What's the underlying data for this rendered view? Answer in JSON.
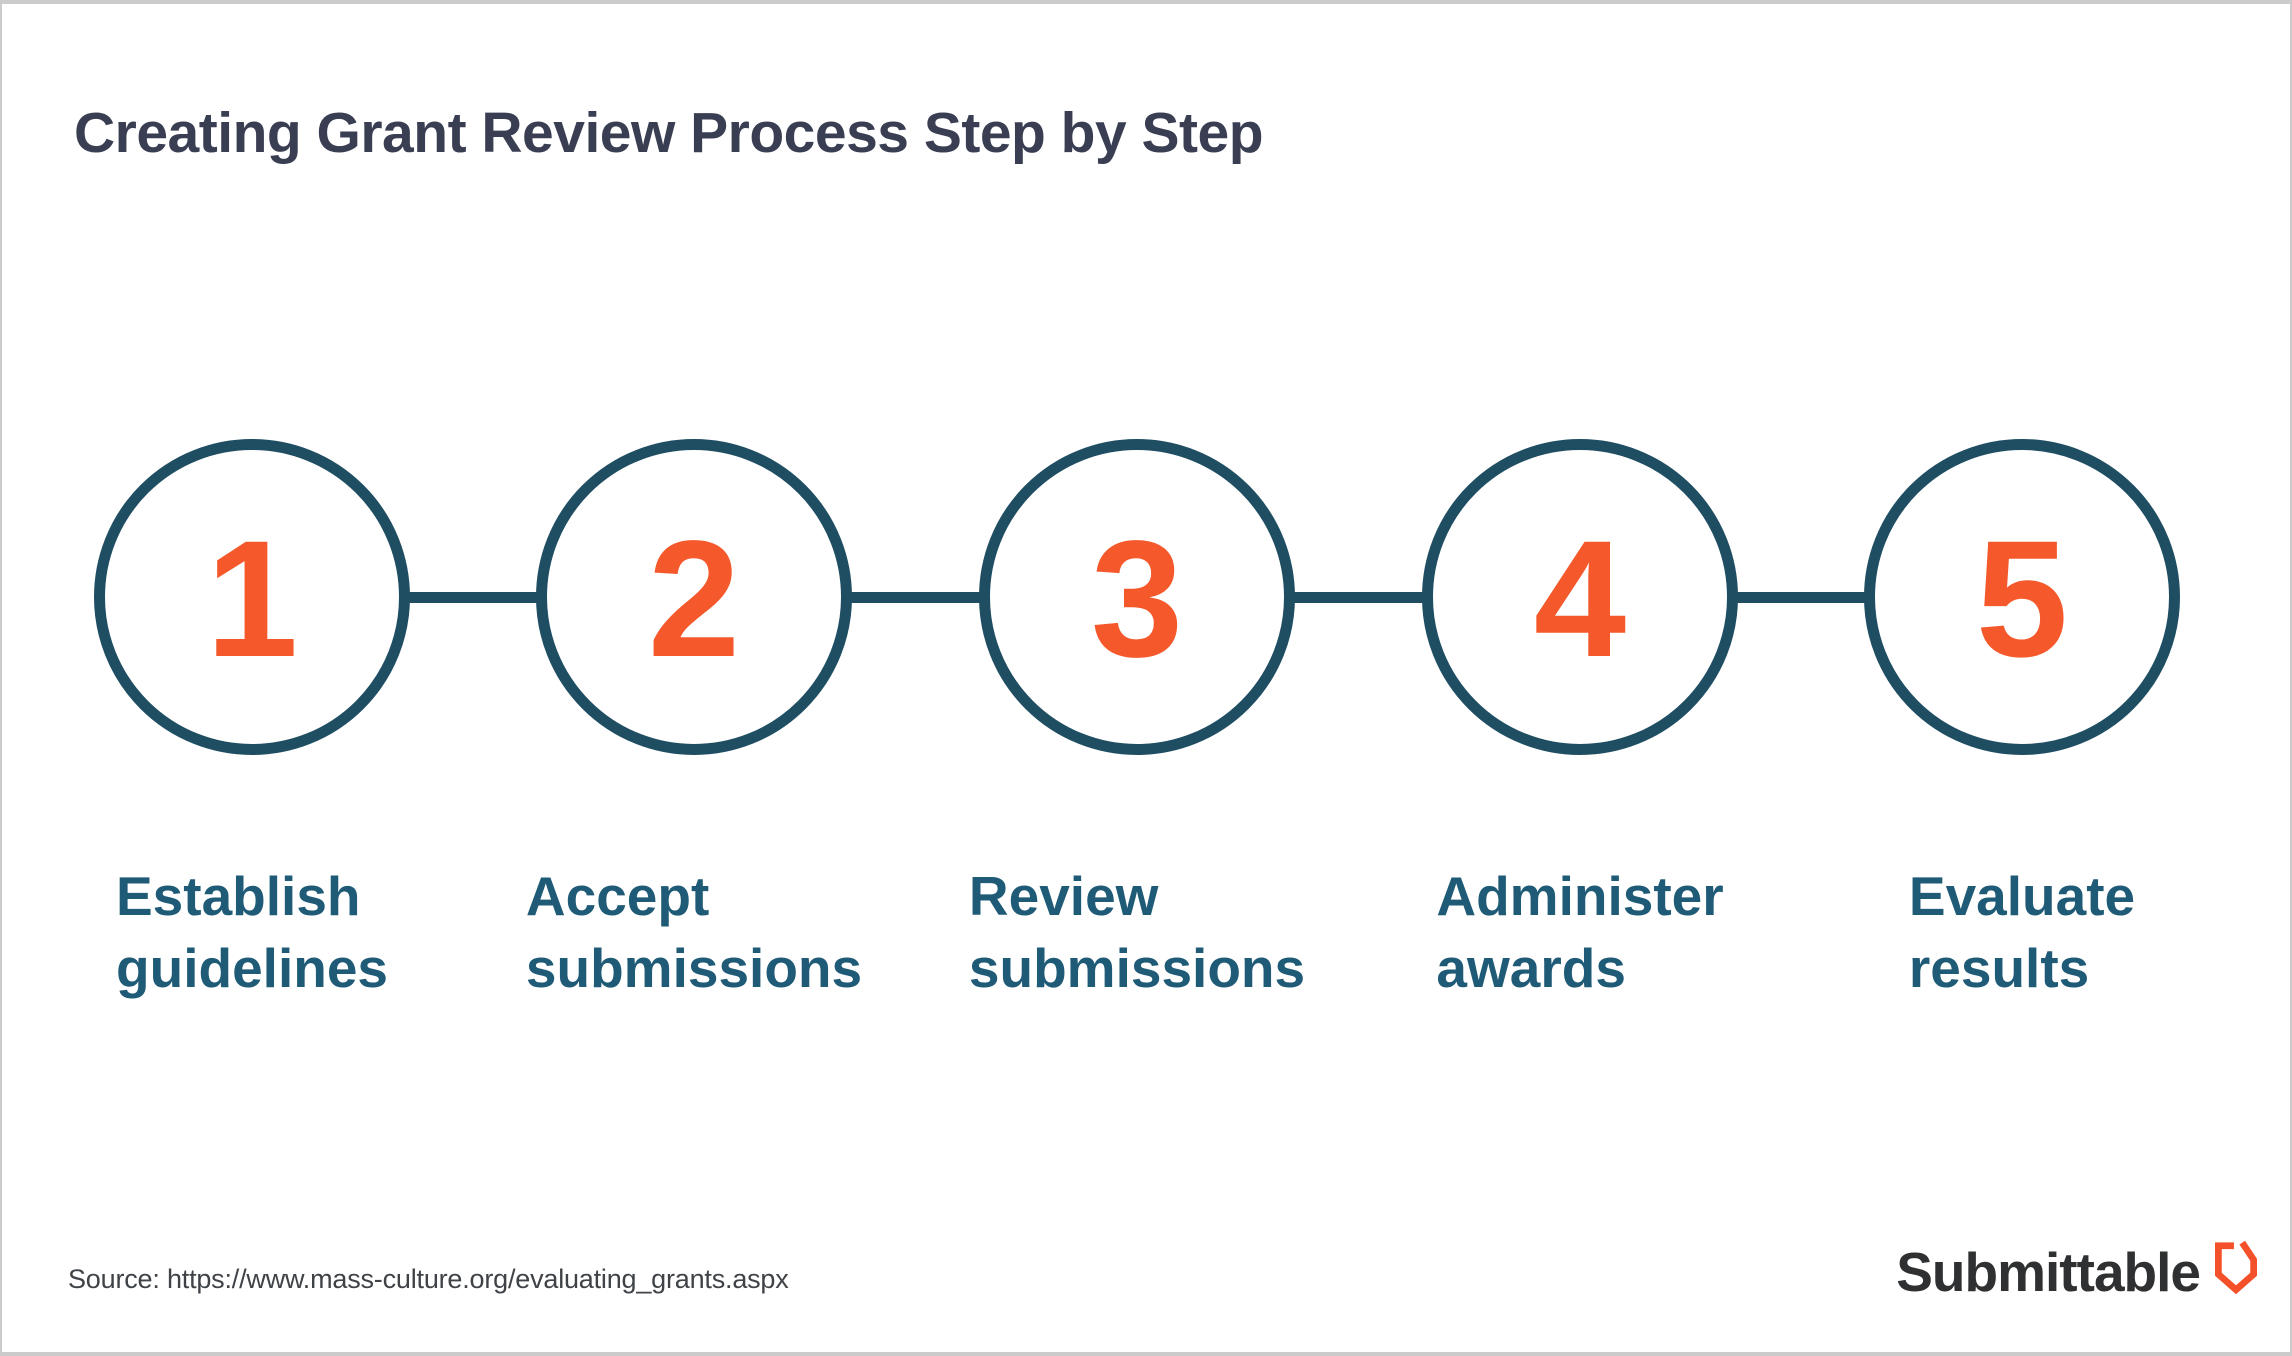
{
  "page": {
    "title": "Creating Grant Review Process Step by Step",
    "source": "Source: https://www.mass-culture.org/evaluating_grants.aspx"
  },
  "steps": [
    {
      "number": "1",
      "line1": "Establish",
      "line2": "guidelines"
    },
    {
      "number": "2",
      "line1": "Accept",
      "line2": "submissions"
    },
    {
      "number": "3",
      "line1": "Review",
      "line2": "submissions"
    },
    {
      "number": "4",
      "line1": "Administer",
      "line2": "awards"
    },
    {
      "number": "5",
      "line1": "Evaluate",
      "line2": "results"
    }
  ],
  "logo": {
    "wordmark": "Submittable",
    "icon": "submittable-shield-icon"
  },
  "colors": {
    "background": "#FFFFFF",
    "page_border": "#CBCBCB",
    "title_text": "#3A3E53",
    "circle_stroke": "#1F4E63",
    "connector_line": "#1F4E63",
    "step_number": "#F4582B",
    "step_label": "#1F5B77",
    "source_text": "#3F4347",
    "logo_text": "#2E3032",
    "logo_icon": "#F4502A"
  }
}
